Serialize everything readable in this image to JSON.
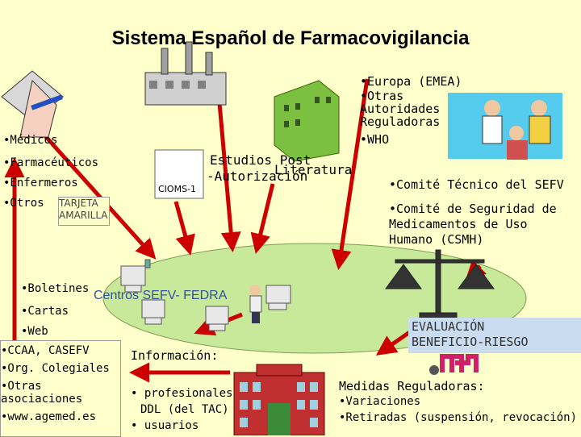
{
  "title": "Sistema Español de Farmacovigilancia",
  "notifiers": [
    "•Médicos",
    "•Farmacéuticos",
    "•Enfermeros",
    "•Otros"
  ],
  "tarjeta": [
    "TARJETA",
    "AMARILLA"
  ],
  "cioms": "CIOMS-1",
  "estudios": [
    "Estudios Post",
    "-Autorización"
  ],
  "literatura": "Literatura",
  "international": [
    "•Europa (EMEA)",
    "•Otras",
    "Autoridades",
    "Reguladoras",
    "•WHO"
  ],
  "committees": [
    "•Comité Técnico del SEFV",
    "•Comité de Seguridad de",
    "Medicamentos de Uso",
    "Humano (CSMH)"
  ],
  "centros": "Centros SEFV- FEDRA",
  "outputs": [
    "•Boletines",
    "•Cartas",
    "•Web"
  ],
  "evaluacion": [
    "EVALUACIÓN",
    "BENEFICIO-RIESGO"
  ],
  "partners": [
    "•CCAA, CASEFV",
    "•Org. Colegiales",
    "•Otras",
    "asociaciones",
    "•www.agemed.es"
  ],
  "informacion": {
    "title": "Información:",
    "items": [
      "• profesionales",
      "DDL (del TAC)",
      "• usuarios"
    ]
  },
  "medidas": {
    "title": "Medidas Reguladoras:",
    "items": [
      "•Variaciones",
      "•Retiradas (suspensión, revocación)"
    ]
  },
  "colors": {
    "background": "#ffffcc",
    "arrow": "#cc0000",
    "ellipse": "#c8e89a",
    "eval_box": "#c9dcf0"
  }
}
